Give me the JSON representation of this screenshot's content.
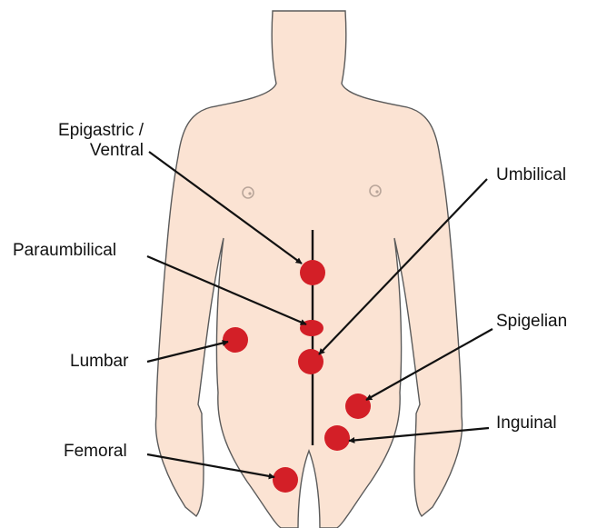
{
  "colors": {
    "skin": "#fbe3d3",
    "outline": "#5b5b5b",
    "marker": "#d31f27",
    "line": "#111111",
    "text": "#111111"
  },
  "labels": {
    "epigastric_line1": "Epigastric /",
    "epigastric_line2": "Ventral",
    "paraumbilical": "Paraumbilical",
    "lumbar": "Lumbar",
    "femoral": "Femoral",
    "umbilical": "Umbilical",
    "spigelian": "Spigelian",
    "inguinal": "Inguinal"
  },
  "sites": [
    {
      "key": "epigastric",
      "label_key": "epigastric_line2"
    },
    {
      "key": "paraumbilical",
      "label_key": "paraumbilical"
    },
    {
      "key": "umbilical",
      "label_key": "umbilical"
    },
    {
      "key": "lumbar",
      "label_key": "lumbar"
    },
    {
      "key": "spigelian",
      "label_key": "spigelian"
    },
    {
      "key": "inguinal",
      "label_key": "inguinal"
    },
    {
      "key": "femoral",
      "label_key": "femoral"
    }
  ]
}
